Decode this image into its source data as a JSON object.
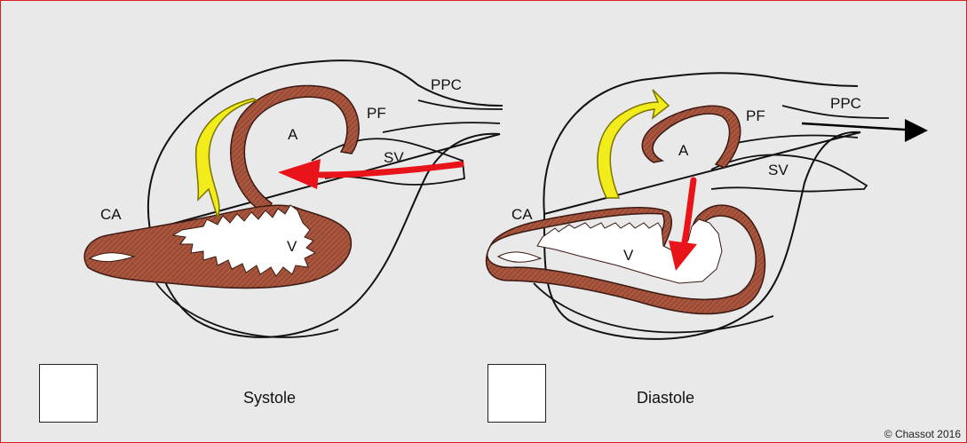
{
  "panels": [
    {
      "caption": "Systole",
      "labels": {
        "ca": "CA",
        "a": "A",
        "v": "V",
        "pf": "PF",
        "sv": "SV",
        "ppc": "PPC"
      }
    },
    {
      "caption": "Diastole",
      "labels": {
        "ca": "CA",
        "a": "A",
        "v": "V",
        "pf": "PF",
        "sv": "SV",
        "ppc": "PPC"
      }
    }
  ],
  "copyright": "© Chassot 2016",
  "colors": {
    "frame_border": "#d81e1e",
    "background": "#e9e9e9",
    "heart_wall": "#a9563f",
    "blood_arrow": "#e8141a",
    "pericardial_arrow": "#f2ec1c",
    "outflow_arrow": "#000000"
  }
}
